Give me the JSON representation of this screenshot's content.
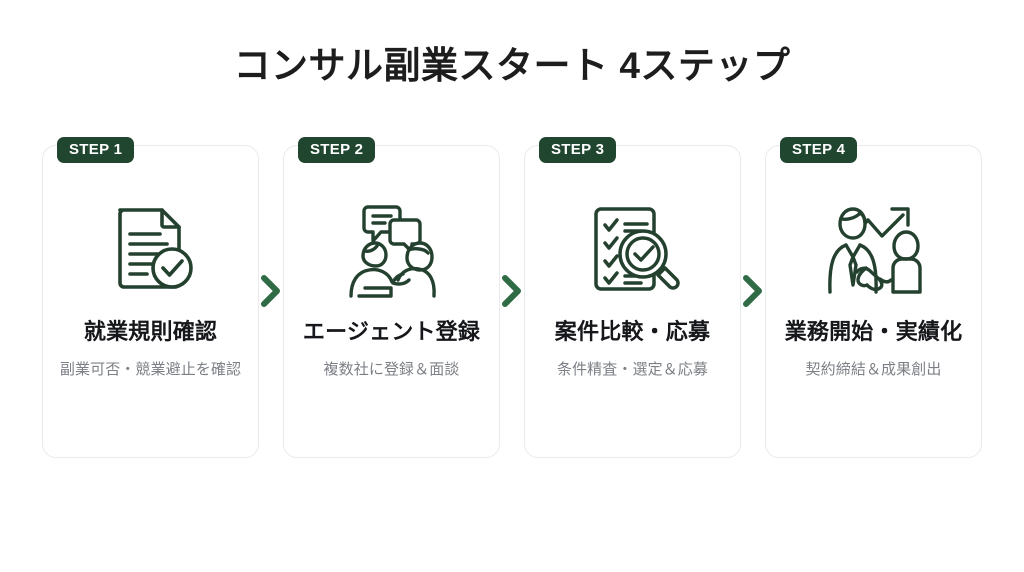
{
  "page": {
    "title": "コンサル副業スタート 4ステップ",
    "background_color": "#ffffff",
    "accent_color": "#20462f",
    "arrow_color": "#2f6b45",
    "title_color": "#1d1d1d",
    "card_border_color": "#e9eaec",
    "subtitle_color": "#7c8086"
  },
  "steps": [
    {
      "badge": "STEP 1",
      "title": "就業規則確認",
      "subtitle": "副業可否・競業避止を確認",
      "icon": "document-check-icon"
    },
    {
      "badge": "STEP 2",
      "title": "エージェント登録",
      "subtitle": "複数社に登録＆面談",
      "icon": "two-people-conversation-icon"
    },
    {
      "badge": "STEP 3",
      "title": "案件比較・応募",
      "subtitle": "条件精査・選定＆応募",
      "icon": "checklist-magnifier-icon"
    },
    {
      "badge": "STEP 4",
      "title": "業務開始・実績化",
      "subtitle": "契約締結＆成果創出",
      "icon": "handshake-growth-icon"
    }
  ],
  "connectors": [
    {
      "name": "chevron-right-icon"
    },
    {
      "name": "chevron-right-icon"
    },
    {
      "name": "chevron-right-icon"
    }
  ]
}
